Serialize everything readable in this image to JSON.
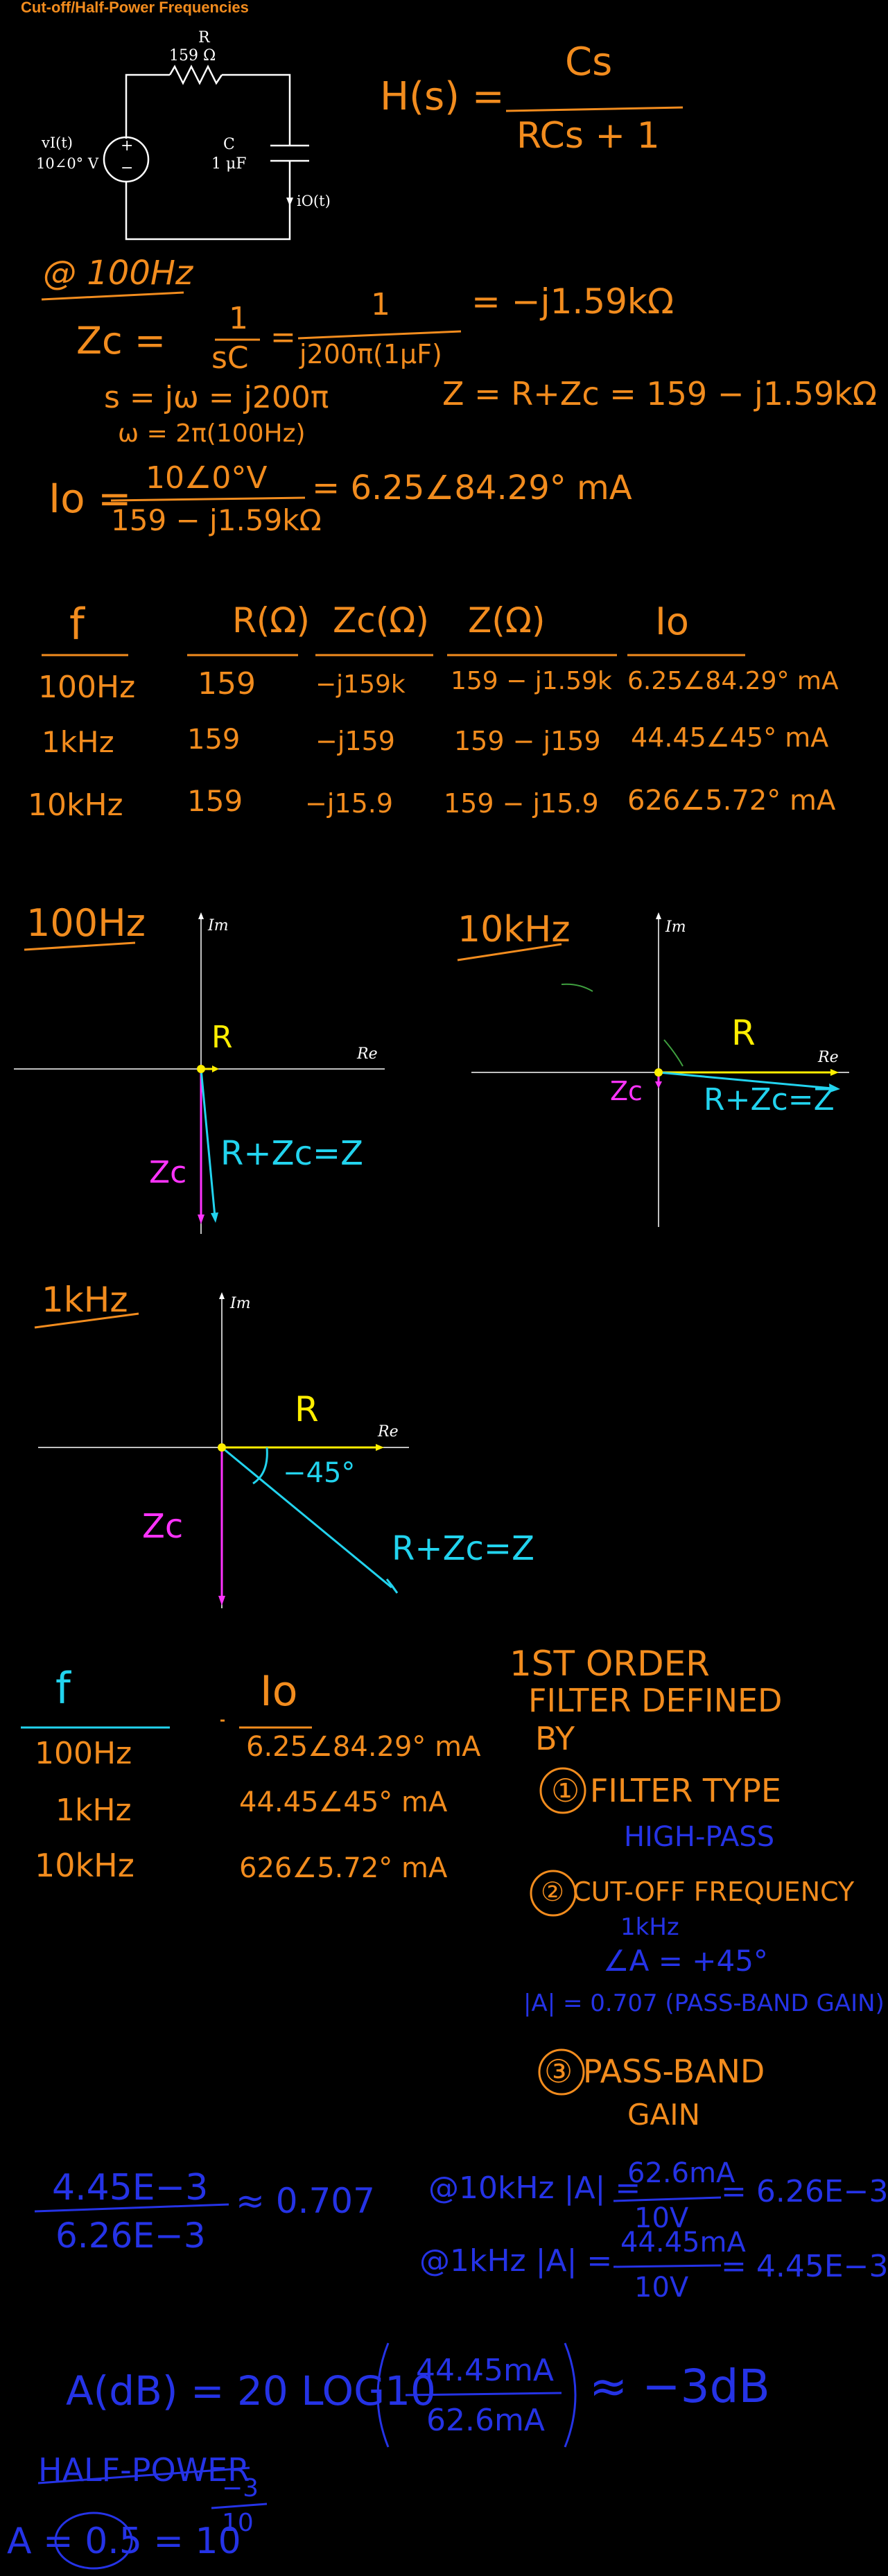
{
  "title": "Cut-off/Half-Power Frequencies",
  "circuit": {
    "r_label": "R",
    "r_value": "159 Ω",
    "src_label": "vI(t)",
    "src_value": "10∠0° V",
    "plus": "+",
    "minus": "−",
    "c_label": "C",
    "c_value": "1 μF",
    "io_label": "iO(t)"
  },
  "transfer": {
    "lhs": "H(s) =",
    "num": "Cs",
    "den": "RCs + 1"
  },
  "calc100": {
    "heading": "@ 100Hz",
    "zc_lhs": "Zc =",
    "zc_frac1_num": "1",
    "zc_frac1_den": "sC",
    "eq": "=",
    "zc_frac2_num": "1",
    "zc_frac2_den": "j200π(1μF)",
    "zc_result": "= −j1.59kΩ",
    "s_line": "s = jω = j200π",
    "w_line": "ω = 2π(100Hz)",
    "z_line": "Z = R+Zc = 159 − j1.59kΩ",
    "io_lhs": "Io =",
    "io_num": "10∠0°V",
    "io_den": "159 − j1.59kΩ",
    "io_result": "= 6.25∠84.29° mA"
  },
  "table": {
    "headers": [
      "f",
      "R(Ω)",
      "Zc(Ω)",
      "Z(Ω)",
      "Io"
    ],
    "rows": [
      [
        "100Hz",
        "159",
        "−j159k",
        "159 − j1.59k",
        "6.25∠84.29° mA"
      ],
      [
        "1kHz",
        "159",
        "−j159",
        "159 − j159",
        "44.45∠45° mA"
      ],
      [
        "10kHz",
        "159",
        "−j15.9",
        "159 − j15.9",
        "626∠5.72° mA"
      ]
    ]
  },
  "phasors": {
    "p100": {
      "title": "100Hz",
      "im": "Im",
      "re": "Re",
      "r": "R",
      "zc": "Zc",
      "z": "R+Zc=Z"
    },
    "p10k": {
      "title": "10kHz",
      "im": "Im",
      "re": "Re",
      "r": "R",
      "zc": "Zc",
      "z": "R+Zc=Z"
    },
    "p1k": {
      "title": "1kHz",
      "im": "Im",
      "re": "Re",
      "r": "R",
      "zc": "Zc",
      "z": "R+Zc=Z",
      "angle": "−45°"
    }
  },
  "summary": {
    "h_f": "f",
    "h_io": "Io",
    "rows": [
      [
        "100Hz",
        "6.25∠84.29° mA"
      ],
      [
        "1kHz",
        "44.45∠45° mA"
      ],
      [
        "10kHz",
        "626∠5.72° mA"
      ]
    ]
  },
  "filter": {
    "l1": "1ST ORDER",
    "l2": "FILTER DEFINED",
    "l3": "BY",
    "i1": "① FILTER TYPE",
    "i1v": "HIGH-PASS",
    "i2": "② CUT-OFF FREQUENCY",
    "i2v": "1kHz",
    "i2a": "∠A = +45°",
    "i2m": "|A| = 0.707 (PASS-BAND GAIN)",
    "i3": "③ PASS-BAND",
    "i3b": "GAIN"
  },
  "blue": {
    "ratio_num": "4.45E−3",
    "ratio_den": "6.26E−3",
    "ratio_res": "≈ 0.707",
    "a10k_lhs": "@10kHz |A| =",
    "a10k_num": "62.6mA",
    "a10k_den": "10V",
    "a10k_res": "= 6.26E−3",
    "a1k_lhs": "@1kHz |A| =",
    "a1k_num": "44.45mA",
    "a1k_den": "10V",
    "a1k_res": "= 4.45E−3",
    "db_lhs": "A(dB) = 20 LOG10",
    "db_num": "44.45mA",
    "db_den": "62.6mA",
    "db_res": "≈ −3dB",
    "half": "HALF-POWER",
    "final_lhs": "A = 0.5 = 10",
    "exp_num": "−3",
    "exp_den": "10"
  }
}
